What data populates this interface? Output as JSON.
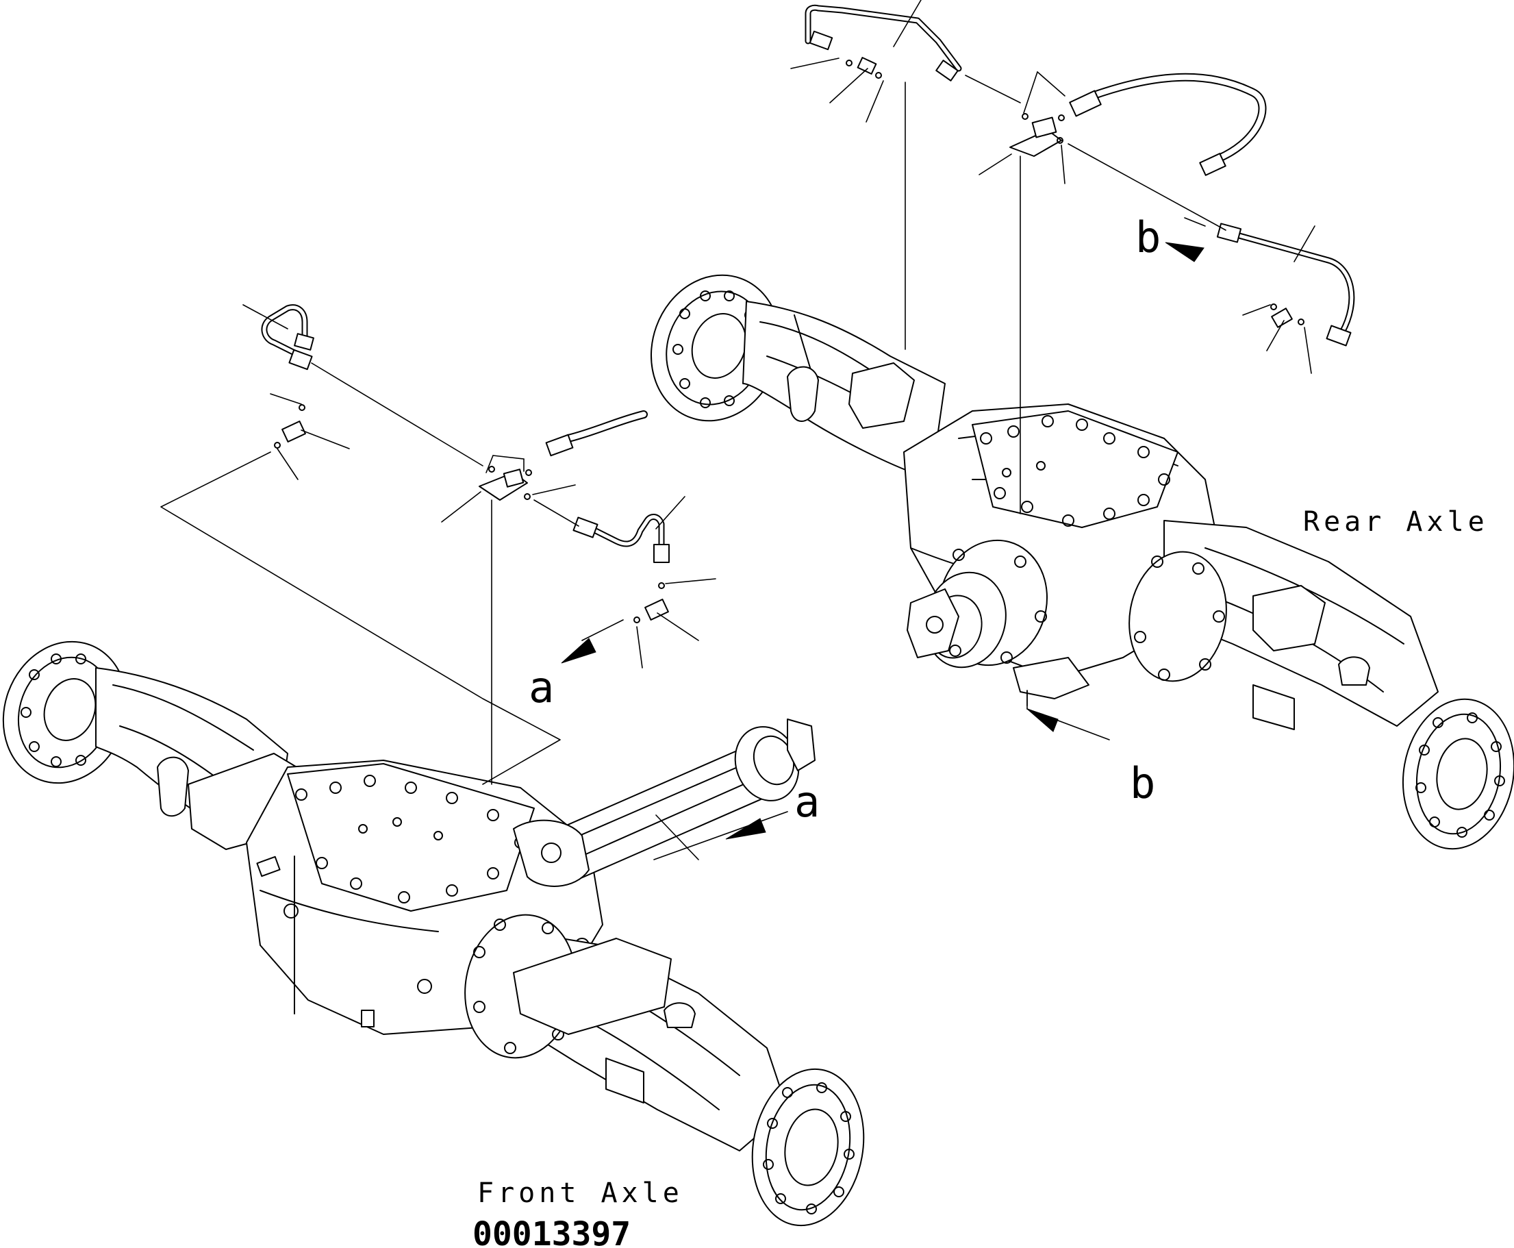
{
  "labels": {
    "rear_axle": "Rear Axle",
    "front_axle": "Front Axle",
    "drawing_number": "00013397",
    "ref_a": "a",
    "ref_b": "b"
  },
  "colors": {
    "line": "#000000",
    "background": "#ffffff"
  }
}
